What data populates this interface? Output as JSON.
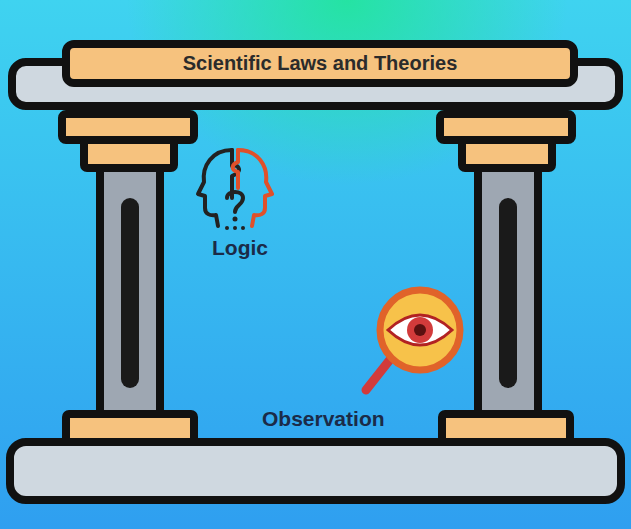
{
  "diagram": {
    "nodes": [
      {
        "text": [
          "Scientific Laws and Theories"
        ]
      }
    ],
    "labels": [
      "Logic",
      "Observation"
    ]
  }
}
